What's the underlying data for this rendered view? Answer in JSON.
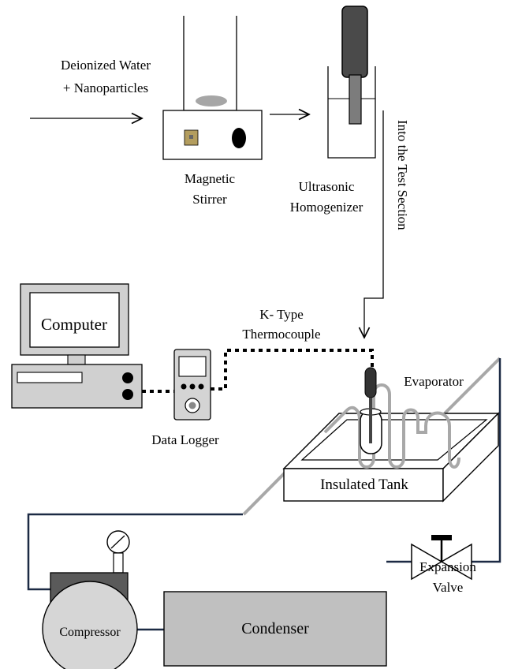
{
  "labels": {
    "water_line1": "Deionized Water",
    "water_line2": "+ Nanoparticles",
    "stirrer_line1": "Magnetic",
    "stirrer_line2": "Stirrer",
    "homogenizer_line1": "Ultrasonic",
    "homogenizer_line2": "Homogenizer",
    "into_test": "Into the Test Section",
    "computer": "Computer",
    "thermo_line1": "K- Type",
    "thermo_line2": "Thermocouple",
    "data_logger": "Data Logger",
    "evaporator": "Evaporator",
    "insulated_tank": "Insulated Tank",
    "expansion_line1": "Expansion",
    "expansion_line2": "Valve",
    "condenser": "Condenser",
    "compressor": "Compressor"
  },
  "colors": {
    "refrigerant_line": "#1c2a44",
    "evaporator_coil": "#a8a8a8",
    "equipment_gray": "#bdbdbd",
    "compressor_top": "#5a5a5a",
    "condenser_fill": "#c0c0c0",
    "probe": "#444444"
  }
}
